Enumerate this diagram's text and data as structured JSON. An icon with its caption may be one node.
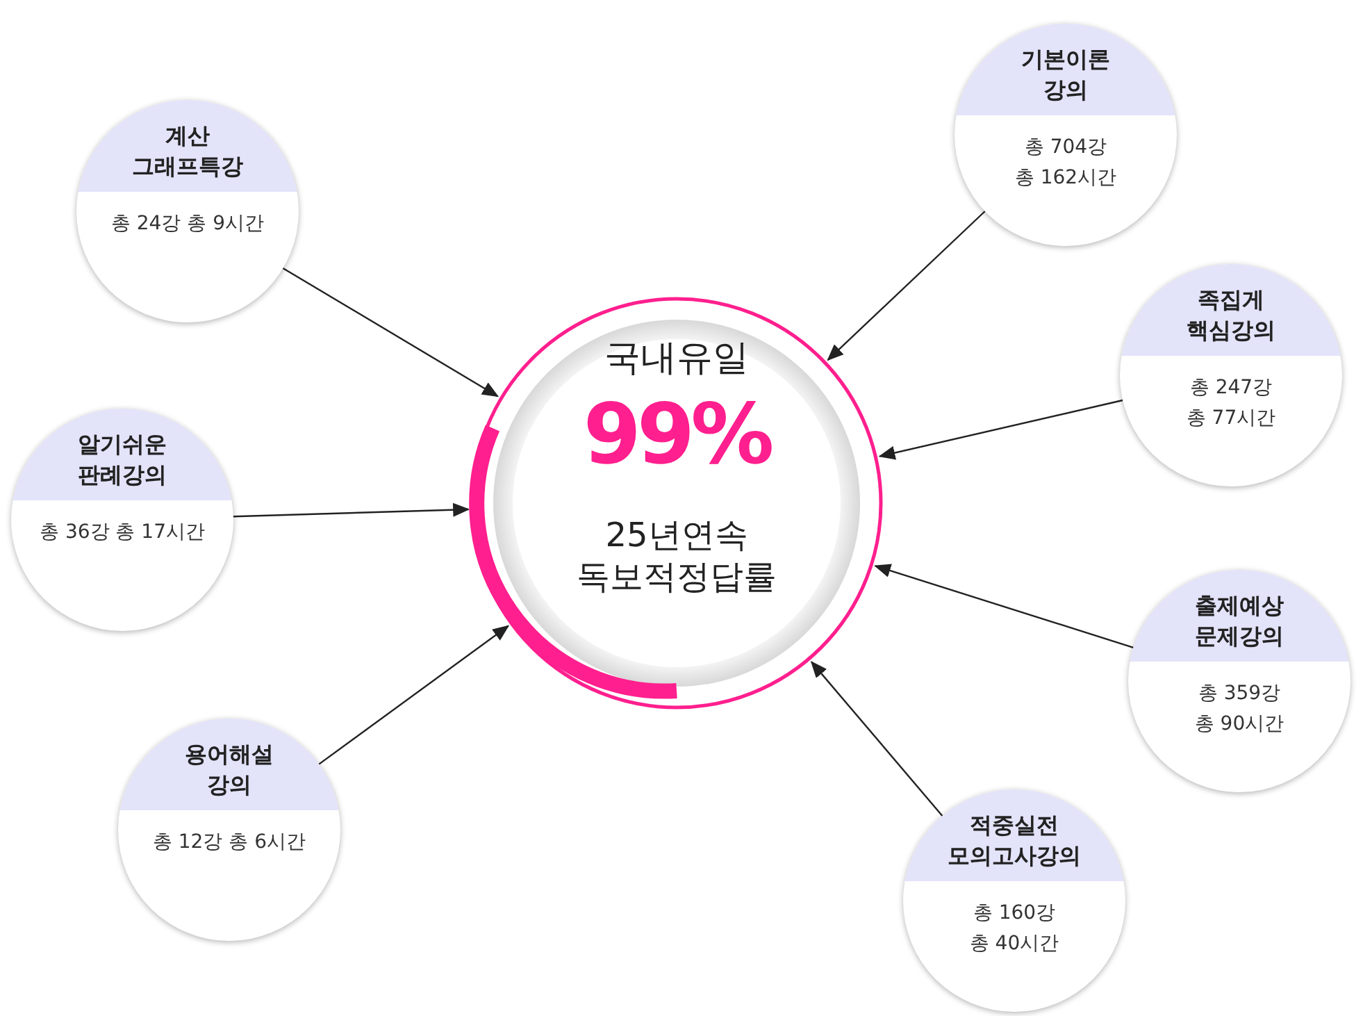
{
  "diagram": {
    "nodes": [
      {
        "text": [
          "국내유일",
          "99%",
          "25년연속 독보적정답률"
        ]
      },
      {
        "text": [
          "기본이론 강의",
          "총 704강 총 162시간"
        ]
      },
      {
        "text": [
          "계산 그래프특강",
          "총 24강 총 9시간"
        ]
      },
      {
        "text": [
          "족집게 핵심강의",
          "총 247강 총 77시간"
        ]
      },
      {
        "text": [
          "알기쉬운 판례강의",
          "총 36강 총 17시간"
        ]
      },
      {
        "text": [
          "출제예상 문제강의",
          "총 359강 총 90시간"
        ]
      },
      {
        "text": [
          "용어해설 강의",
          "총 12강 총 6시간"
        ]
      },
      {
        "text": [
          "적중실전 모의고사강의",
          "총 160강 총 40시간"
        ]
      }
    ],
    "edges": [
      {
        "from": 1,
        "to": 0,
        "arrow": "to"
      },
      {
        "from": 2,
        "to": 0,
        "arrow": "to"
      },
      {
        "from": 3,
        "to": 0,
        "arrow": "to"
      },
      {
        "from": 4,
        "to": 0,
        "arrow": "to"
      },
      {
        "from": 5,
        "to": 0,
        "arrow": "to"
      },
      {
        "from": 6,
        "to": 0,
        "arrow": "to"
      },
      {
        "from": 7,
        "to": 0,
        "arrow": "to"
      }
    ]
  }
}
